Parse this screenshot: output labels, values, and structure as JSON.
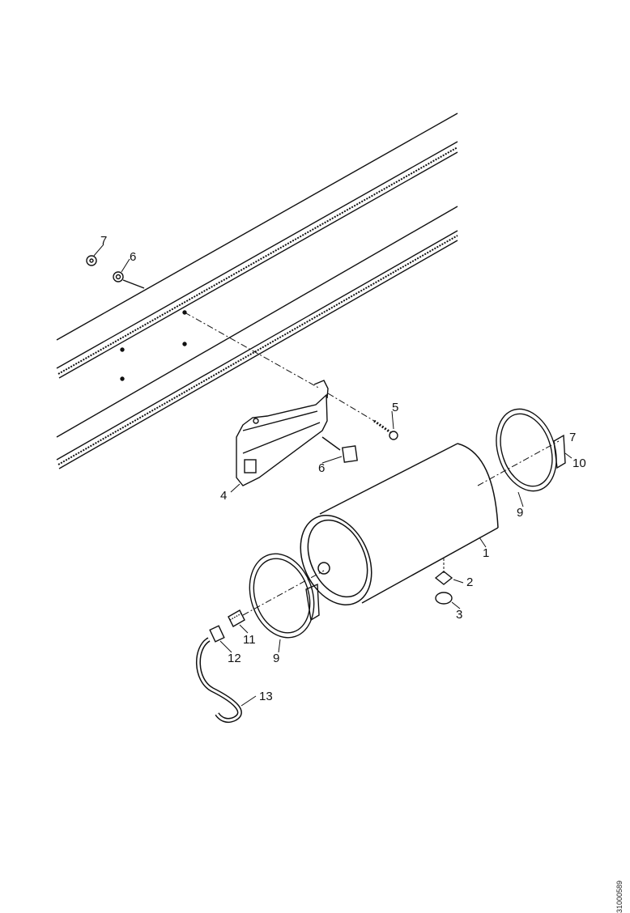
{
  "diagram": {
    "callouts": [
      {
        "id": "1",
        "text": "1"
      },
      {
        "id": "2",
        "text": "2"
      },
      {
        "id": "3",
        "text": "3"
      },
      {
        "id": "4",
        "text": "4"
      },
      {
        "id": "5",
        "text": "5"
      },
      {
        "id": "6a",
        "text": "6"
      },
      {
        "id": "6b",
        "text": "6"
      },
      {
        "id": "7",
        "text": "7"
      },
      {
        "id": "7b",
        "text": "7"
      },
      {
        "id": "9a",
        "text": "9"
      },
      {
        "id": "9b",
        "text": "9"
      },
      {
        "id": "10",
        "text": "10"
      },
      {
        "id": "11",
        "text": "11"
      },
      {
        "id": "12",
        "text": "12"
      },
      {
        "id": "13",
        "text": "13"
      }
    ],
    "figure_code": "31000589"
  },
  "colors": {
    "line": "#111111",
    "background": "#ffffff"
  }
}
